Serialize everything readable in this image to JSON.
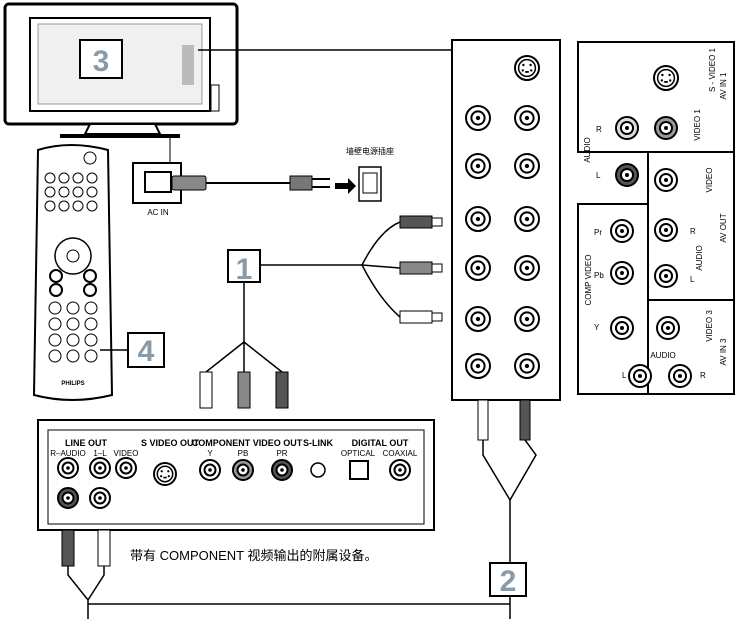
{
  "steps": [
    "1",
    "2",
    "3",
    "4"
  ],
  "tv": {
    "ac_in_label": "AC IN"
  },
  "wall_outlet_label": "墙壁电源插座",
  "remote": {
    "brand": "PHILIPS"
  },
  "side_panel": {
    "av_in_1": "AV IN 1",
    "s_video_1": "S - VIDEO 1",
    "video_1": "VIDEO 1",
    "audio": "AUDIO",
    "audio_r": "R",
    "audio_l": "L",
    "av_out": "AV OUT",
    "video": "VIDEO",
    "audio_out": "AUDIO",
    "out_r": "R",
    "out_l": "L",
    "comp_video": "COMP VIDEO",
    "pr": "Pr",
    "pb": "Pb",
    "y": "Y",
    "video_3": "VIDEO 3",
    "av_in_3": "AV IN 3",
    "audio_3": "AUDIO",
    "in3_l": "L",
    "in3_r": "R"
  },
  "device": {
    "line_out": "LINE OUT",
    "r_audio": "R–AUDIO",
    "one_l": "1–L",
    "video": "VIDEO",
    "s_video_out": "S VIDEO OUT",
    "component_video_out": "COMPONENT VIDEO OUT",
    "y": "Y",
    "pb": "PB",
    "pr": "PR",
    "s_link": "S-LINK",
    "digital_out": "DIGITAL OUT",
    "optical": "OPTICAL",
    "coaxial": "COAXIAL"
  },
  "caption": "带有 COMPONENT 视频输出的附属设备。"
}
